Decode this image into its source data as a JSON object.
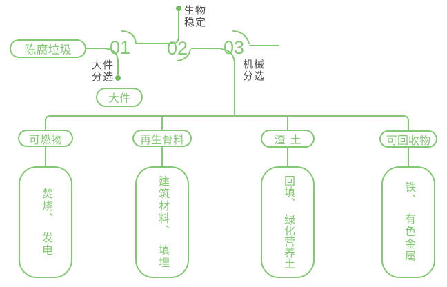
{
  "colors": {
    "green": "#84c774",
    "dot": "#6fbf5d",
    "dark": "#4f4f51"
  },
  "flow": {
    "source": "陈腐垃圾",
    "steps": [
      {
        "number": "01",
        "process": "大件\n分选",
        "output": "大件"
      },
      {
        "number": "02",
        "process": "生物\n稳定"
      },
      {
        "number": "03",
        "process": "机械\n分选"
      }
    ],
    "branches": [
      {
        "category": "可燃物",
        "result": "焚烧、　发电"
      },
      {
        "category": "再生骨料",
        "result": "建筑材料、　填埋"
      },
      {
        "category": "渣土",
        "result": "回填、　绿化营养土"
      },
      {
        "category": "可回收物",
        "result": "铁、　有色金属"
      }
    ]
  }
}
